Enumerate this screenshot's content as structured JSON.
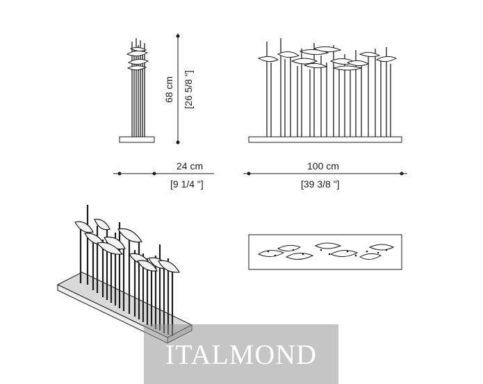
{
  "dimensions": {
    "height_cm": "68 cm",
    "height_in": "[26 5/8 \"]",
    "depth_cm": "24 cm",
    "depth_in": "[9 1/4 \"]",
    "width_cm": "100 cm",
    "width_in": "[39 3/8 \"]"
  },
  "views": [
    "side-view",
    "front-view",
    "isometric-view",
    "top-view"
  ],
  "watermark": {
    "text": "ITALMOND"
  },
  "colors": {
    "line": "#1a1a1a",
    "watermark_bg": "#969696",
    "watermark_text": "#ffffff"
  }
}
